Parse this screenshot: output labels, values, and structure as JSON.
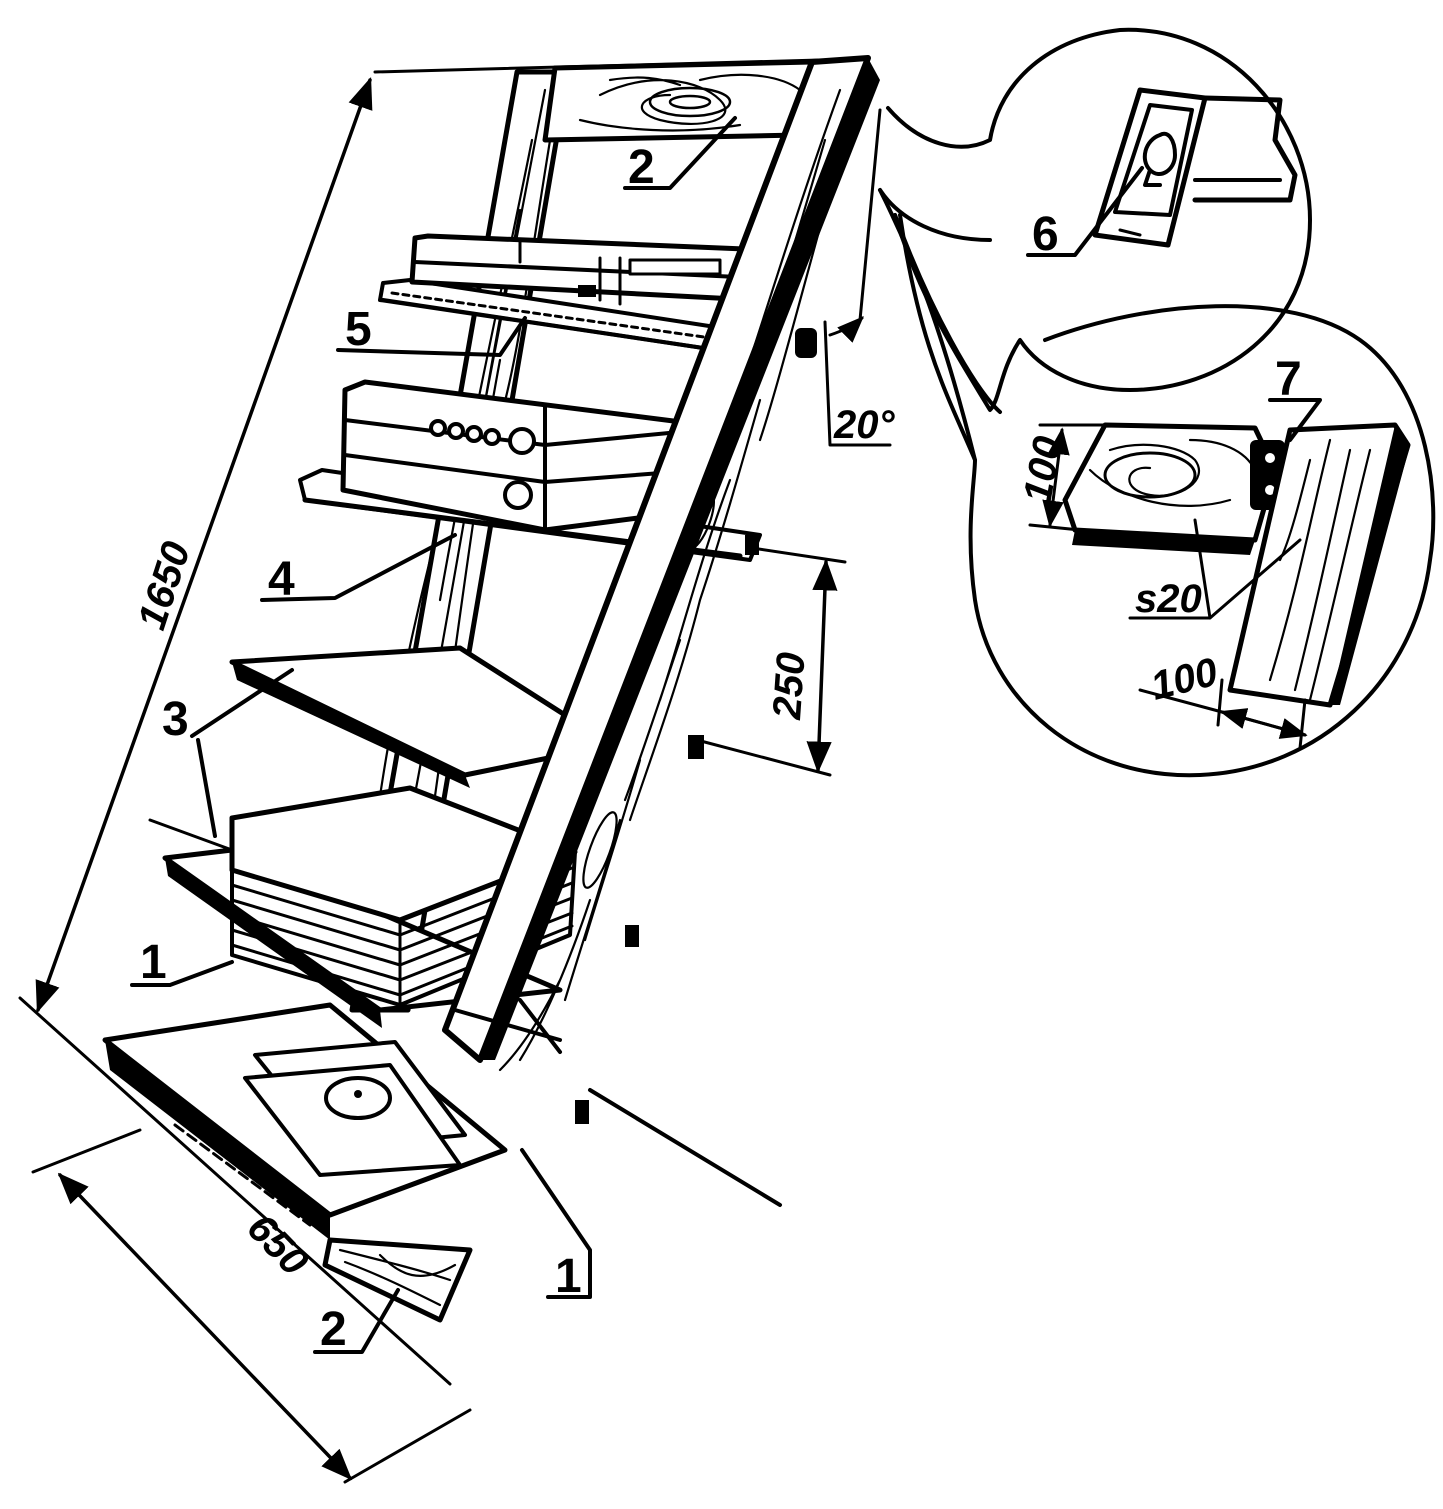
{
  "parts": {
    "p1a": "1",
    "p1b": "1",
    "p2a": "2",
    "p2b": "2",
    "p3": "3",
    "p4": "4",
    "p5": "5",
    "p6": "6",
    "p7": "7"
  },
  "dimensions": {
    "height": "1650",
    "width": "650",
    "spacing": "250",
    "angle": "20°",
    "detail_h": "100",
    "detail_w": "100",
    "thickness": "s20"
  },
  "colors": {
    "ink": "#000000",
    "paper": "#ffffff"
  }
}
